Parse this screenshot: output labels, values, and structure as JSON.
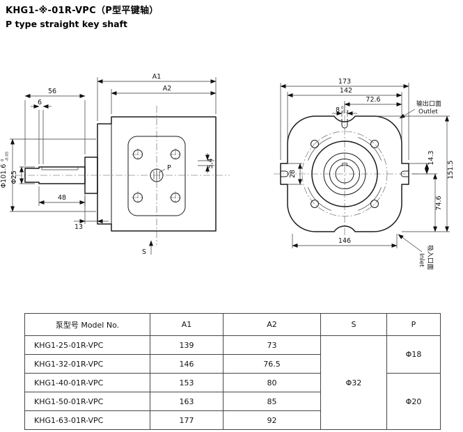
{
  "header": {
    "title": "KHG1-※-01R-VPC（P型平键轴）",
    "subtitle": "P type  straight key shaft"
  },
  "side_view": {
    "a1": "A1",
    "a2": "A2",
    "len56": "56",
    "len6": "6",
    "len48": "48",
    "len13": "13",
    "off5_4": "5,4",
    "dia101": "Φ101.6",
    "dia101_tol_top": "0",
    "dia101_tol_bot": "-0.05",
    "dia25": "Φ25",
    "port_p": "P",
    "port_s": "S"
  },
  "front_view": {
    "w173": "173",
    "w142": "142",
    "w72_6": "72.6",
    "slot8": "8",
    "slot8_tol_top": "0",
    "slot8_tol_bot": "-0.2",
    "h28": "28",
    "h14_3": "14.3",
    "h151_5": "151.5",
    "h74_6": "74.6",
    "w146": "146",
    "outlet_cn": "输出口面",
    "outlet_en": "Outlet",
    "inlet_cn": "吸入口面",
    "inlet_en": "Inlet"
  },
  "table": {
    "headers": {
      "model": "泵型号   Model No.",
      "a1": "A1",
      "a2": "A2",
      "s": "S",
      "p": "P"
    },
    "rows": [
      {
        "model": "KHG1-25-01R-VPC",
        "a1": "139",
        "a2": "73"
      },
      {
        "model": "KHG1-32-01R-VPC",
        "a1": "146",
        "a2": "76.5"
      },
      {
        "model": "KHG1-40-01R-VPC",
        "a1": "153",
        "a2": "80"
      },
      {
        "model": "KHG1-50-01R-VPC",
        "a1": "163",
        "a2": "85"
      },
      {
        "model": "KHG1-63-01R-VPC",
        "a1": "177",
        "a2": "92"
      }
    ],
    "s_value": "Φ32",
    "p_value_top": "Φ18",
    "p_value_bottom": "Φ20"
  }
}
